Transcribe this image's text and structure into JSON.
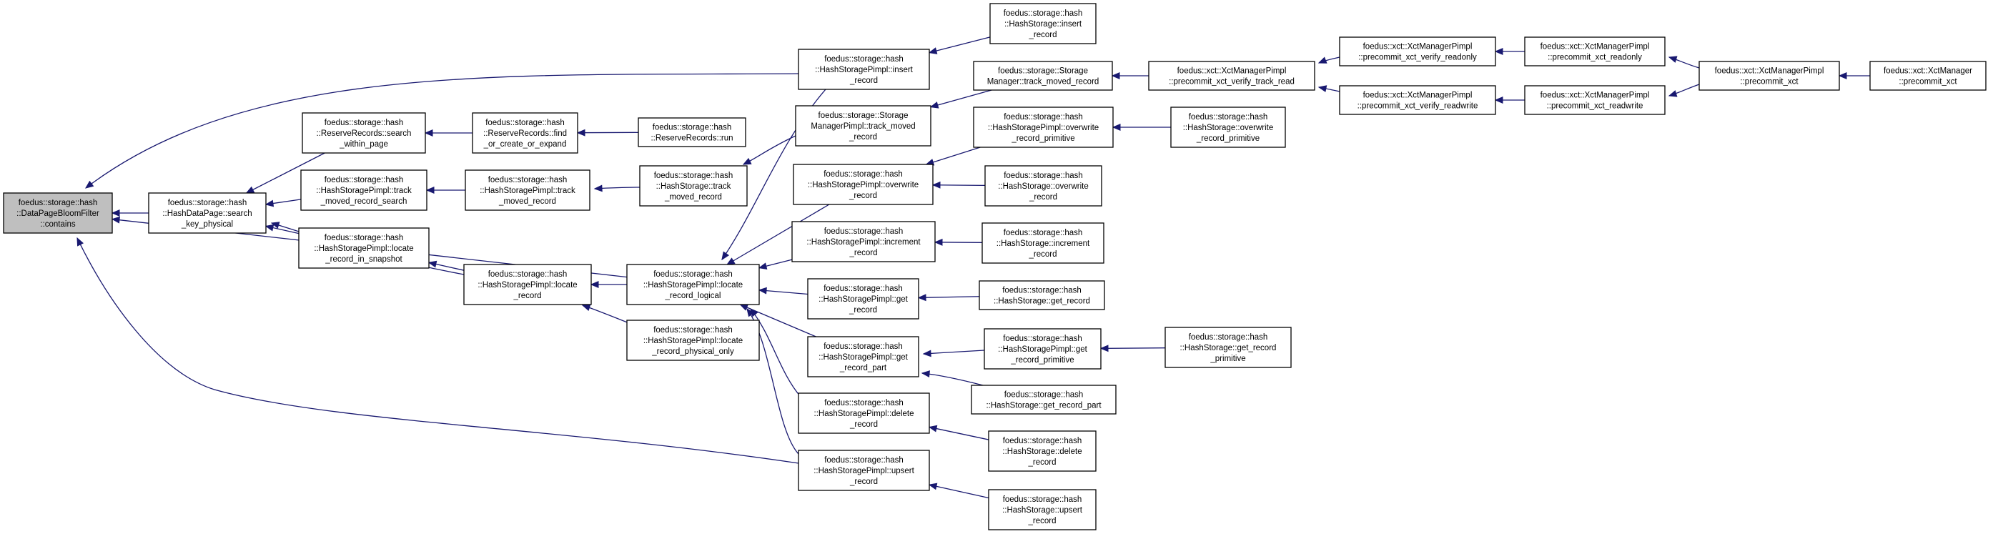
{
  "nodes": [
    {
      "id": "root",
      "lines": [
        "foedus::storage::hash",
        "::DataPageBloomFilter",
        "::contains"
      ],
      "root": true
    },
    {
      "id": "search_key_physical",
      "lines": [
        "foedus::storage::hash",
        "::HashDataPage::search",
        "_key_physical"
      ]
    },
    {
      "id": "rr_search_within_page",
      "lines": [
        "foedus::storage::hash",
        "::ReserveRecords::search",
        "_within_page"
      ]
    },
    {
      "id": "pimpl_track_moved_record_search",
      "lines": [
        "foedus::storage::hash",
        "::HashStoragePimpl::track",
        "_moved_record_search"
      ]
    },
    {
      "id": "pimpl_locate_record_in_snapshot",
      "lines": [
        "foedus::storage::hash",
        "::HashStoragePimpl::locate",
        "_record_in_snapshot"
      ]
    },
    {
      "id": "rr_find_or_create",
      "lines": [
        "foedus::storage::hash",
        "::ReserveRecords::find",
        "_or_create_or_expand"
      ]
    },
    {
      "id": "pimpl_track_moved_record",
      "lines": [
        "foedus::storage::hash",
        "::HashStoragePimpl::track",
        "_moved_record"
      ]
    },
    {
      "id": "pimpl_locate_record",
      "lines": [
        "foedus::storage::hash",
        "::HashStoragePimpl::locate",
        "_record"
      ]
    },
    {
      "id": "rr_run",
      "lines": [
        "foedus::storage::hash",
        "::ReserveRecords::run"
      ]
    },
    {
      "id": "hs_track_moved_record",
      "lines": [
        "foedus::storage::hash",
        "::HashStorage::track",
        "_moved_record"
      ]
    },
    {
      "id": "pimpl_locate_record_logical",
      "lines": [
        "foedus::storage::hash",
        "::HashStoragePimpl::locate",
        "_record_logical"
      ]
    },
    {
      "id": "pimpl_locate_record_physical_only",
      "lines": [
        "foedus::storage::hash",
        "::HashStoragePimpl::locate",
        "_record_physical_only"
      ]
    },
    {
      "id": "pimpl_insert_record",
      "lines": [
        "foedus::storage::hash",
        "::HashStoragePimpl::insert",
        "_record"
      ]
    },
    {
      "id": "smp_track_moved_record",
      "lines": [
        "foedus::storage::Storage",
        "ManagerPimpl::track_moved",
        "_record"
      ]
    },
    {
      "id": "pimpl_overwrite_record",
      "lines": [
        "foedus::storage::hash",
        "::HashStoragePimpl::overwrite",
        "_record"
      ]
    },
    {
      "id": "pimpl_increment_record",
      "lines": [
        "foedus::storage::hash",
        "::HashStoragePimpl::increment",
        "_record"
      ]
    },
    {
      "id": "pimpl_get_record",
      "lines": [
        "foedus::storage::hash",
        "::HashStoragePimpl::get",
        "_record"
      ]
    },
    {
      "id": "pimpl_get_record_part",
      "lines": [
        "foedus::storage::hash",
        "::HashStoragePimpl::get",
        "_record_part"
      ]
    },
    {
      "id": "pimpl_delete_record",
      "lines": [
        "foedus::storage::hash",
        "::HashStoragePimpl::delete",
        "_record"
      ]
    },
    {
      "id": "pimpl_upsert_record",
      "lines": [
        "foedus::storage::hash",
        "::HashStoragePimpl::upsert",
        "_record"
      ]
    },
    {
      "id": "hs_insert_record",
      "lines": [
        "foedus::storage::hash",
        "::HashStorage::insert",
        "_record"
      ]
    },
    {
      "id": "sm_track_moved_record",
      "lines": [
        "foedus::storage::Storage",
        "Manager::track_moved_record"
      ]
    },
    {
      "id": "pimpl_overwrite_record_primitive",
      "lines": [
        "foedus::storage::hash",
        "::HashStoragePimpl::overwrite",
        "_record_primitive"
      ]
    },
    {
      "id": "hs_overwrite_record",
      "lines": [
        "foedus::storage::hash",
        "::HashStorage::overwrite",
        "_record"
      ]
    },
    {
      "id": "hs_increment_record",
      "lines": [
        "foedus::storage::hash",
        "::HashStorage::increment",
        "_record"
      ]
    },
    {
      "id": "hs_get_record",
      "lines": [
        "foedus::storage::hash",
        "::HashStorage::get_record"
      ]
    },
    {
      "id": "pimpl_get_record_primitive",
      "lines": [
        "foedus::storage::hash",
        "::HashStoragePimpl::get",
        "_record_primitive"
      ]
    },
    {
      "id": "hs_get_record_part",
      "lines": [
        "foedus::storage::hash",
        "::HashStorage::get_record_part"
      ]
    },
    {
      "id": "hs_delete_record",
      "lines": [
        "foedus::storage::hash",
        "::HashStorage::delete",
        "_record"
      ]
    },
    {
      "id": "hs_upsert_record",
      "lines": [
        "foedus::storage::hash",
        "::HashStorage::upsert",
        "_record"
      ]
    },
    {
      "id": "xct_verify_track_read",
      "lines": [
        "foedus::xct::XctManagerPimpl",
        "::precommit_xct_verify_track_read"
      ]
    },
    {
      "id": "hs_overwrite_record_primitive",
      "lines": [
        "foedus::storage::hash",
        "::HashStorage::overwrite",
        "_record_primitive"
      ]
    },
    {
      "id": "hs_get_record_primitive",
      "lines": [
        "foedus::storage::hash",
        "::HashStorage::get_record",
        "_primitive"
      ]
    },
    {
      "id": "xct_verify_readonly",
      "lines": [
        "foedus::xct::XctManagerPimpl",
        "::precommit_xct_verify_readonly"
      ]
    },
    {
      "id": "xct_verify_readwrite",
      "lines": [
        "foedus::xct::XctManagerPimpl",
        "::precommit_xct_verify_readwrite"
      ]
    },
    {
      "id": "xct_readonly",
      "lines": [
        "foedus::xct::XctManagerPimpl",
        "::precommit_xct_readonly"
      ]
    },
    {
      "id": "xct_readwrite",
      "lines": [
        "foedus::xct::XctManagerPimpl",
        "::precommit_xct_readwrite"
      ]
    },
    {
      "id": "xct_precommit_pimpl",
      "lines": [
        "foedus::xct::XctManagerPimpl",
        "::precommit_xct"
      ]
    },
    {
      "id": "xct_precommit",
      "lines": [
        "foedus::xct::XctManager",
        "::precommit_xct"
      ]
    }
  ],
  "edges": [
    [
      "search_key_physical",
      "root"
    ],
    [
      "pimpl_insert_record",
      "root"
    ],
    [
      "pimpl_locate_record_logical",
      "root"
    ],
    [
      "pimpl_upsert_record",
      "root"
    ],
    [
      "rr_search_within_page",
      "search_key_physical"
    ],
    [
      "pimpl_track_moved_record_search",
      "search_key_physical"
    ],
    [
      "pimpl_locate_record_in_snapshot",
      "search_key_physical"
    ],
    [
      "pimpl_locate_record",
      "search_key_physical"
    ],
    [
      "rr_find_or_create",
      "rr_search_within_page"
    ],
    [
      "rr_run",
      "rr_find_or_create"
    ],
    [
      "pimpl_track_moved_record",
      "pimpl_track_moved_record_search"
    ],
    [
      "hs_track_moved_record",
      "pimpl_track_moved_record"
    ],
    [
      "smp_track_moved_record",
      "hs_track_moved_record"
    ],
    [
      "pimpl_locate_record",
      "pimpl_locate_record_in_snapshot"
    ],
    [
      "pimpl_locate_record_logical",
      "pimpl_locate_record"
    ],
    [
      "pimpl_locate_record_physical_only",
      "pimpl_locate_record"
    ],
    [
      "pimpl_insert_record",
      "pimpl_locate_record_logical"
    ],
    [
      "pimpl_overwrite_record",
      "pimpl_locate_record_logical"
    ],
    [
      "pimpl_increment_record",
      "pimpl_locate_record_logical"
    ],
    [
      "pimpl_get_record",
      "pimpl_locate_record_logical"
    ],
    [
      "pimpl_get_record_part",
      "pimpl_locate_record_logical"
    ],
    [
      "pimpl_delete_record",
      "pimpl_locate_record_logical"
    ],
    [
      "pimpl_upsert_record",
      "pimpl_locate_record_logical"
    ],
    [
      "hs_insert_record",
      "pimpl_insert_record"
    ],
    [
      "sm_track_moved_record",
      "smp_track_moved_record"
    ],
    [
      "xct_verify_track_read",
      "sm_track_moved_record"
    ],
    [
      "pimpl_overwrite_record_primitive",
      "pimpl_overwrite_record"
    ],
    [
      "hs_overwrite_record_primitive",
      "pimpl_overwrite_record_primitive"
    ],
    [
      "hs_overwrite_record",
      "pimpl_overwrite_record"
    ],
    [
      "hs_increment_record",
      "pimpl_increment_record"
    ],
    [
      "hs_get_record",
      "pimpl_get_record"
    ],
    [
      "pimpl_get_record_primitive",
      "pimpl_get_record_part"
    ],
    [
      "hs_get_record_primitive",
      "pimpl_get_record_primitive"
    ],
    [
      "hs_get_record_part",
      "pimpl_get_record_part"
    ],
    [
      "hs_delete_record",
      "pimpl_delete_record"
    ],
    [
      "hs_upsert_record",
      "pimpl_upsert_record"
    ],
    [
      "xct_verify_readonly",
      "xct_verify_track_read"
    ],
    [
      "xct_verify_readwrite",
      "xct_verify_track_read"
    ],
    [
      "xct_readonly",
      "xct_verify_readonly"
    ],
    [
      "xct_readwrite",
      "xct_verify_readwrite"
    ],
    [
      "xct_precommit_pimpl",
      "xct_readonly"
    ],
    [
      "xct_precommit_pimpl",
      "xct_readwrite"
    ],
    [
      "xct_precommit",
      "xct_precommit_pimpl"
    ]
  ]
}
